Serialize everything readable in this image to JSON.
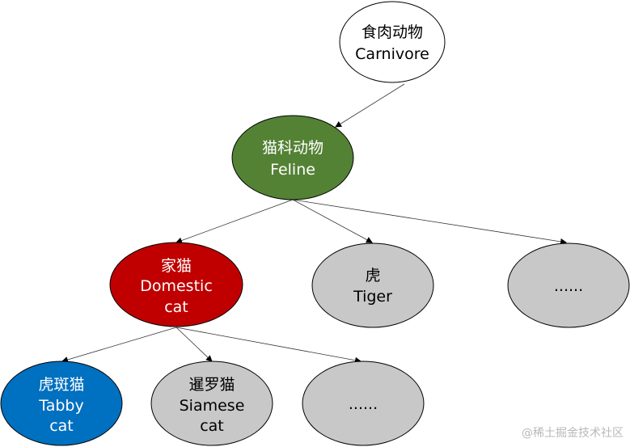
{
  "colors": {
    "carnivore": "#ffffff",
    "feline": "#548235",
    "domestic": "#c00000",
    "tabby": "#0070c0",
    "gray": "#c8c8c8",
    "outline": "#000000"
  },
  "nodes": {
    "carnivore": {
      "zh": "食肉动物",
      "en": "Carnivore"
    },
    "feline": {
      "zh": "猫科动物",
      "en": "Feline"
    },
    "domestic": {
      "zh": "家猫",
      "en1": "Domestic",
      "en2": "cat"
    },
    "tiger": {
      "zh": "虎",
      "en": "Tiger"
    },
    "feline_more": {
      "text": "......"
    },
    "tabby": {
      "zh": "虎斑猫",
      "en1": "Tabby",
      "en2": "cat"
    },
    "siamese": {
      "zh": "暹罗猫",
      "en1": "Siamese",
      "en2": "cat"
    },
    "domestic_more": {
      "text": "......"
    }
  },
  "watermark": "@稀土掘金技术社区"
}
